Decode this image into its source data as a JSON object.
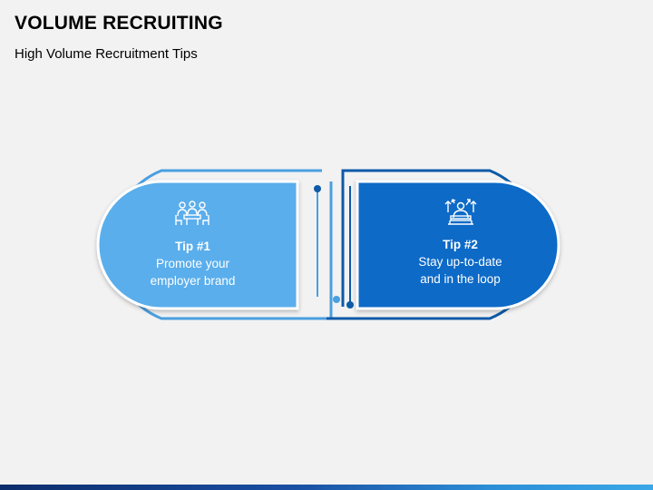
{
  "header": {
    "title": "VOLUME RECRUITING",
    "subtitle": "High Volume Recruitment Tips"
  },
  "tips": [
    {
      "title": "Tip #1",
      "line1": "Promote your",
      "line2": "employer brand",
      "icon": "team-meeting-icon",
      "color": "#5aaeec"
    },
    {
      "title": "Tip #2",
      "line1": "Stay up-to-date",
      "line2": "and in the loop",
      "icon": "person-growth-icon",
      "color": "#0b6ac7"
    }
  ],
  "colors": {
    "background": "#f2f2f2",
    "light_blue": "#5aaeec",
    "dark_blue": "#0b6ac7",
    "light_outline": "#4a9fe0",
    "dark_outline": "#0d5aa8"
  }
}
